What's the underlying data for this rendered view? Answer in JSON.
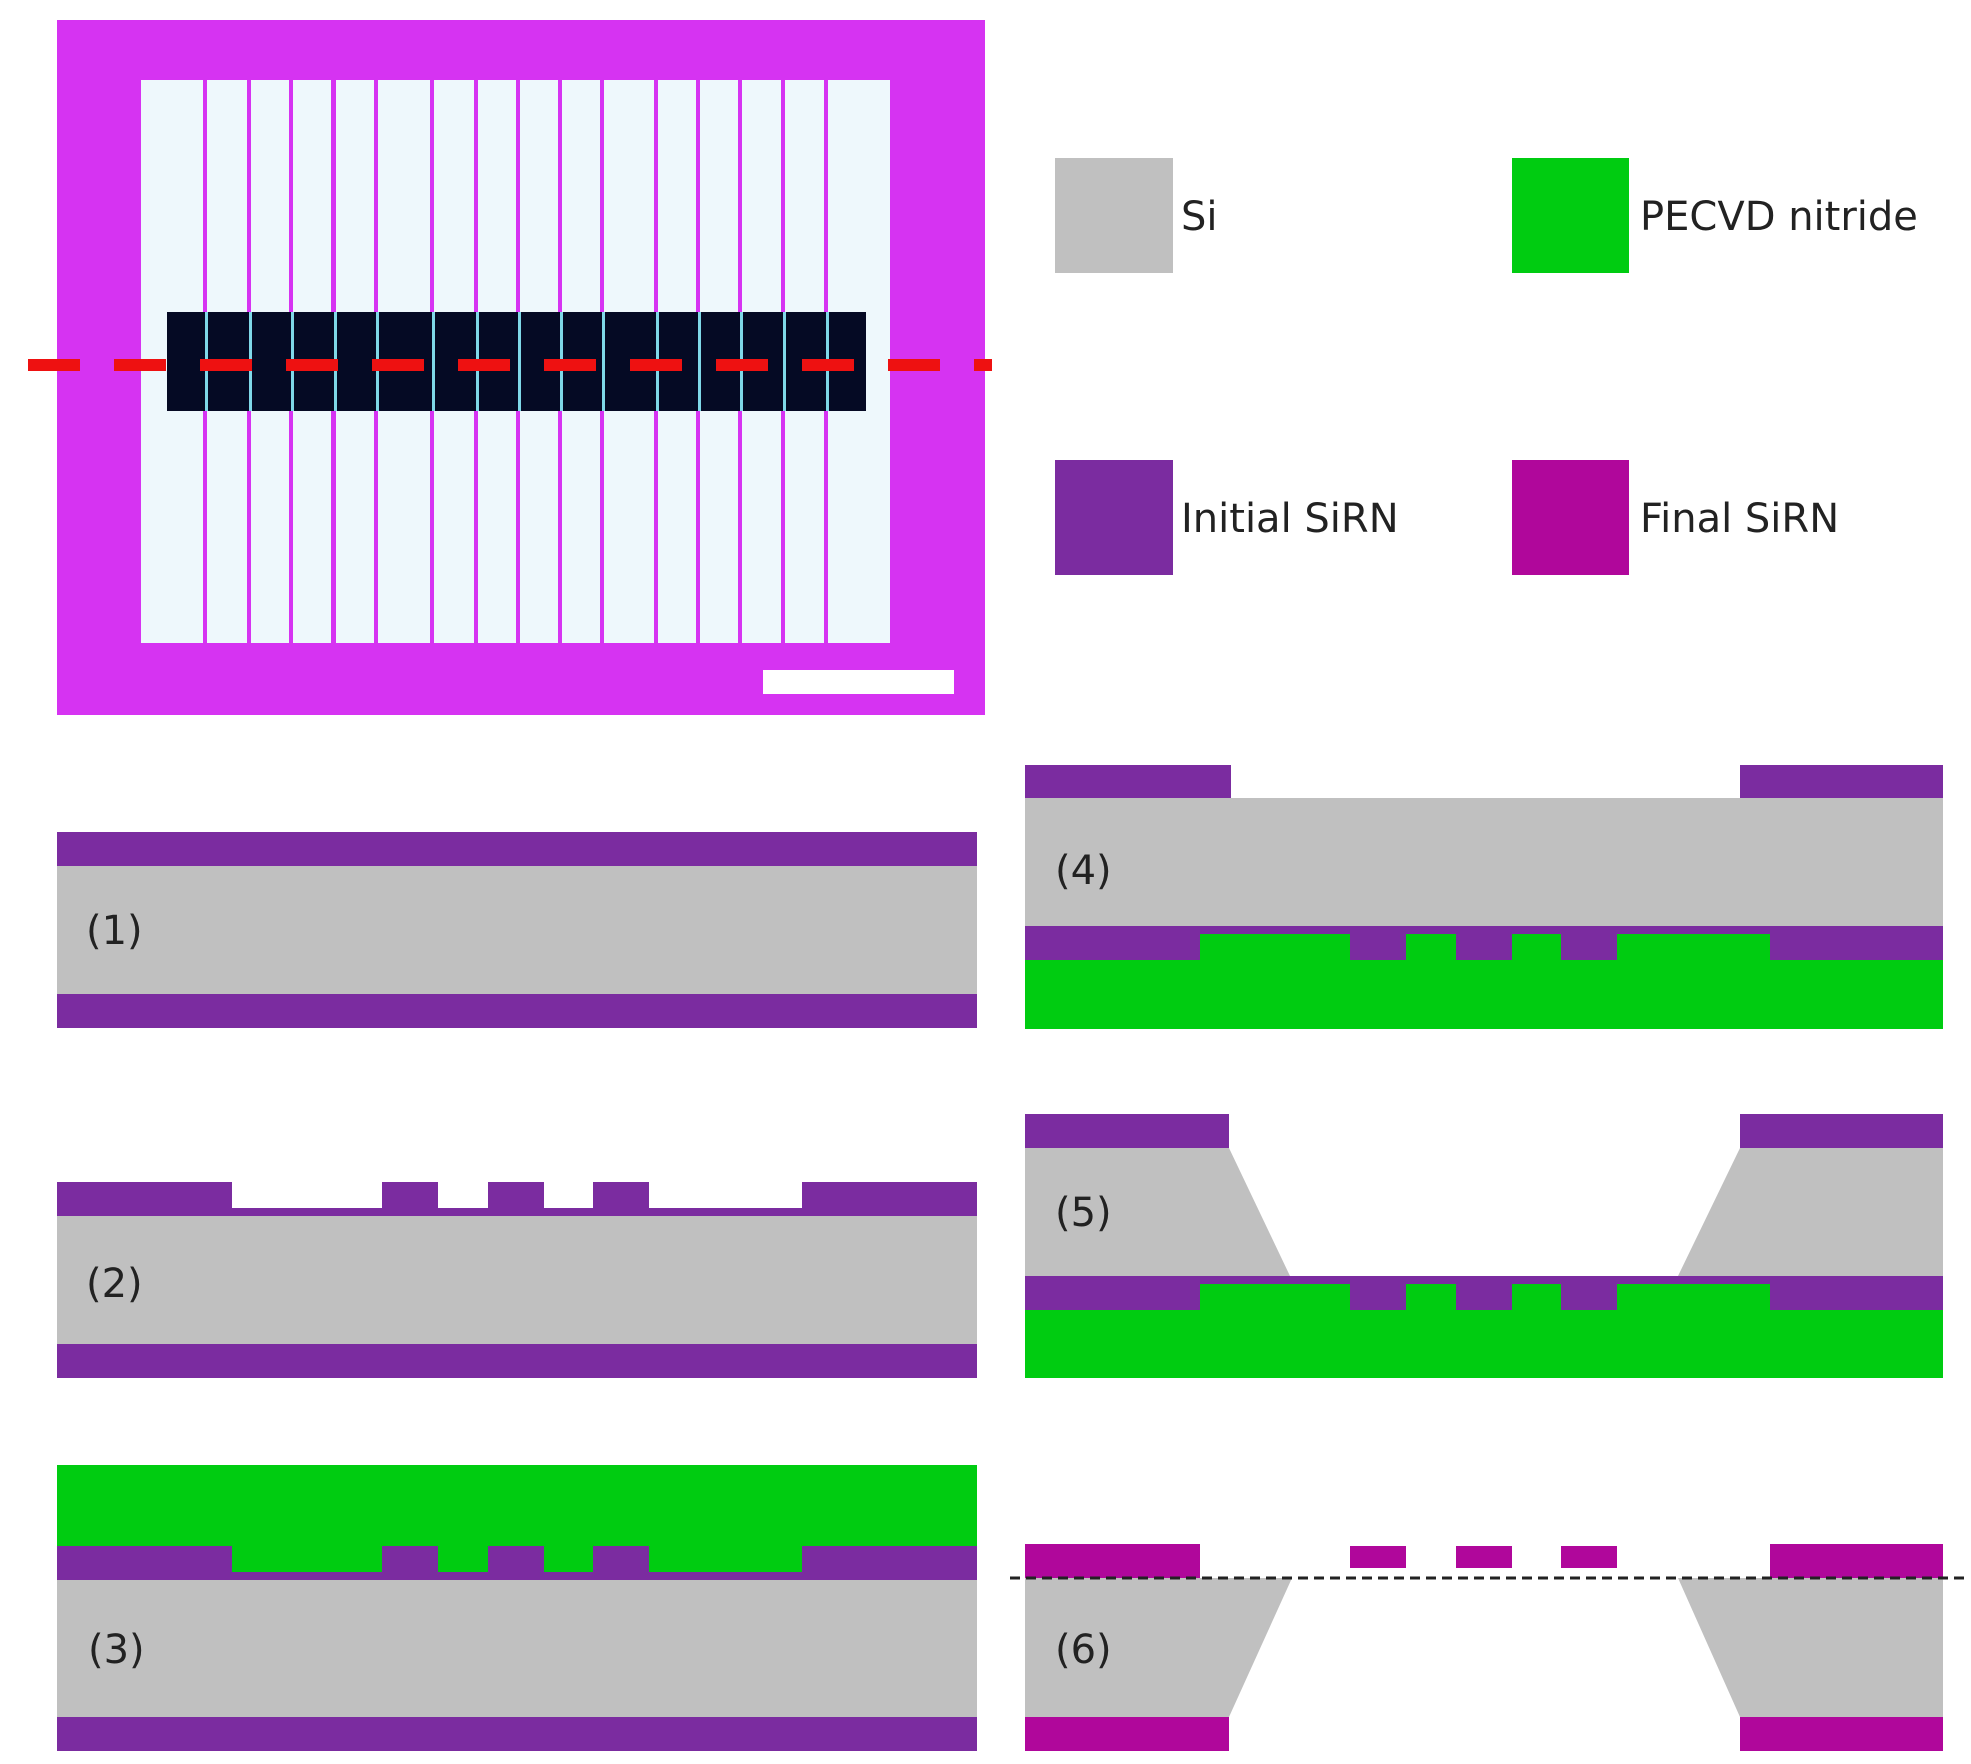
{
  "colors": {
    "si": "#c0c0c0",
    "pecvd_nitride": "#00cc11",
    "initial_sirn": "#7b2ca0",
    "final_sirn": "#b0079b",
    "micrograph_background": "#d633f2",
    "micrograph_bars": "#eef8fc",
    "micrograph_window": "#050a24",
    "section_line": "#ee1111",
    "scale_bar": "#ffffff",
    "reference_line": "#222222"
  },
  "legend": [
    {
      "key": "si",
      "label": "Si"
    },
    {
      "key": "pecvd_nitride",
      "label": "PECVD nitride"
    },
    {
      "key": "initial_sirn",
      "label": "Initial SiRN"
    },
    {
      "key": "final_sirn",
      "label": "Final SiRN"
    }
  ],
  "steps": [
    {
      "label": "(1)"
    },
    {
      "label": "(2)"
    },
    {
      "label": "(3)"
    },
    {
      "label": "(4)"
    },
    {
      "label": "(5)"
    },
    {
      "label": "(6)"
    }
  ],
  "micrograph": {
    "bar_count": 16,
    "has_scale_bar": true,
    "has_section_line": true
  }
}
